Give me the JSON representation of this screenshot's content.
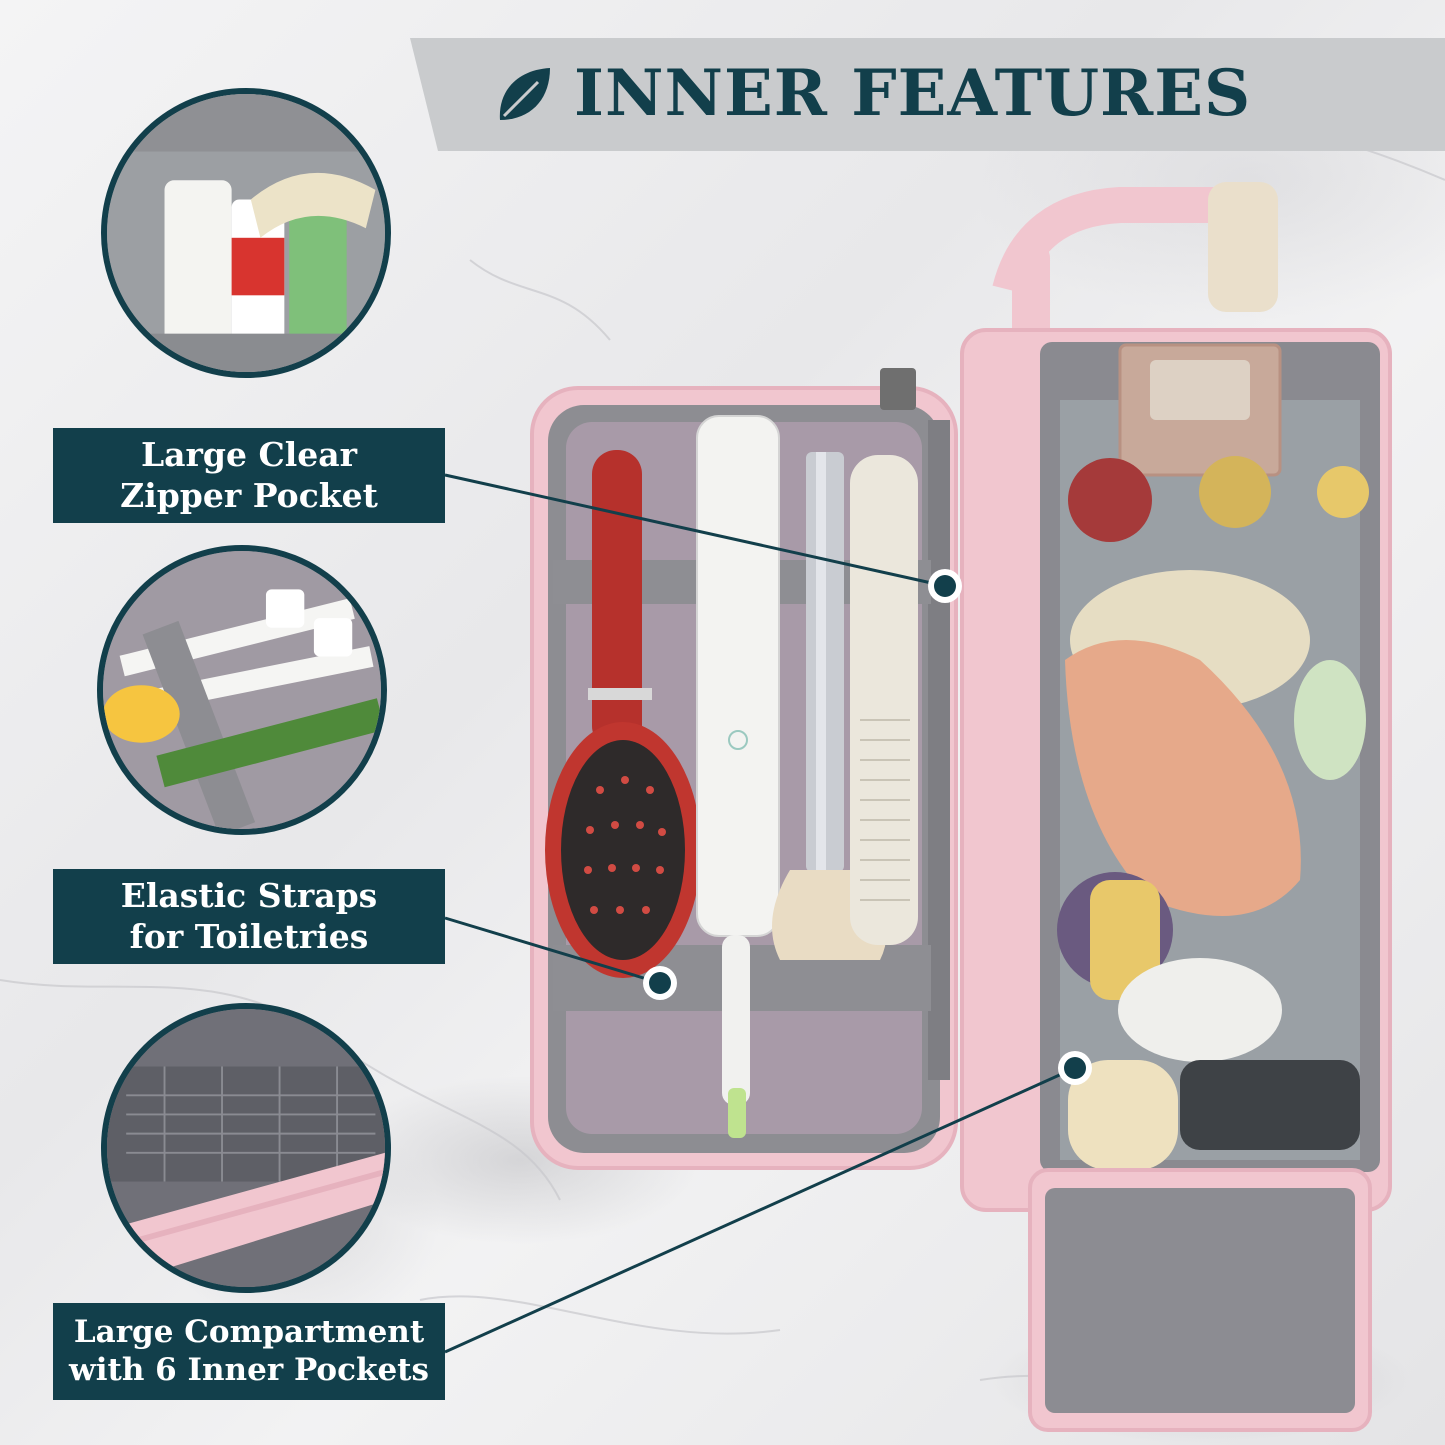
{
  "banner": {
    "title": "INNER FEATURES",
    "icon": "leaf-icon"
  },
  "features": [
    {
      "id": "clear-pocket",
      "lines": [
        "Large Clear",
        "Zipper Pocket"
      ]
    },
    {
      "id": "elastic-straps",
      "lines": [
        "Elastic Straps",
        "for Toiletries"
      ]
    },
    {
      "id": "large-compartment",
      "lines": [
        "Large Compartment",
        "with 6 Inner Pockets"
      ]
    }
  ],
  "colors": {
    "accent": "#123f4b",
    "banner_bg": "#c9cbcd",
    "bag_pink": "#f1c6cf",
    "lining_purple": "#a89aa8"
  }
}
